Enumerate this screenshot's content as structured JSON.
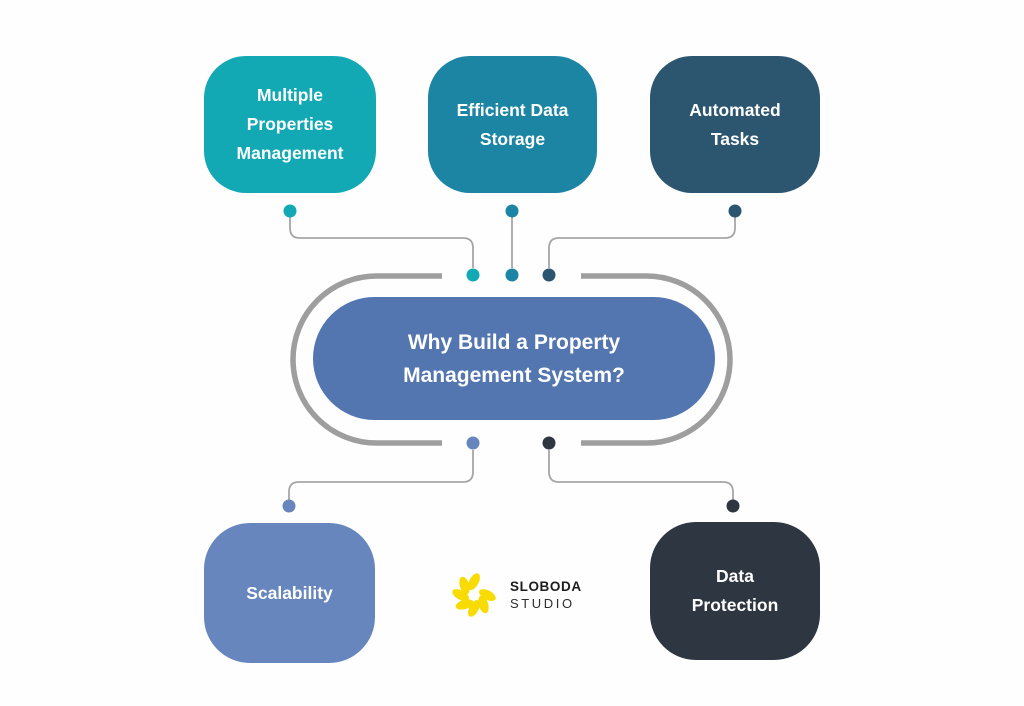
{
  "diagram": {
    "title": "Why Build a Property Management System?",
    "center": {
      "lines": [
        "Why Build a Property",
        "Management System?"
      ],
      "fill_color": "#5376B1",
      "outline_color": "#9E9E9E"
    },
    "nodes": [
      {
        "id": "multiple-properties-management",
        "label": "Multiple Properties Management",
        "lines": [
          "Multiple",
          "Properties",
          "Management"
        ],
        "color": "#12A9B4",
        "position": "top-left"
      },
      {
        "id": "efficient-data-storage",
        "label": "Efficient Data Storage",
        "lines": [
          "Efficient Data",
          "Storage"
        ],
        "color": "#1B85A3",
        "position": "top-center"
      },
      {
        "id": "automated-tasks",
        "label": "Automated Tasks",
        "lines": [
          "Automated",
          "Tasks"
        ],
        "color": "#2C5570",
        "position": "top-right"
      },
      {
        "id": "scalability",
        "label": "Scalability",
        "lines": [
          "Scalability"
        ],
        "color": "#6786BE",
        "position": "bottom-left"
      },
      {
        "id": "data-protection",
        "label": "Data Protection",
        "lines": [
          "Data",
          "Protection"
        ],
        "color": "#2E3641",
        "position": "bottom-right"
      }
    ],
    "connector_color": "#A6A6A6",
    "logo": {
      "name": "SLOBODA",
      "sub": "STUDIO",
      "flower_color": "#F8DB00"
    }
  }
}
